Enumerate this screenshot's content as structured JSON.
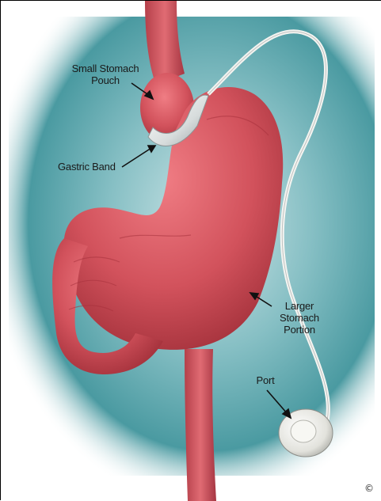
{
  "labels": {
    "pouch": "Small Stomach\nPouch",
    "band": "Gastric Band",
    "larger": "Larger\nStomach\nPortion",
    "port": "Port"
  },
  "copyright": "©",
  "colors": {
    "background_teal": "#5fa7ad",
    "stomach": "#d2525c",
    "band": "#e9ecec",
    "port": "#eeeeea"
  }
}
